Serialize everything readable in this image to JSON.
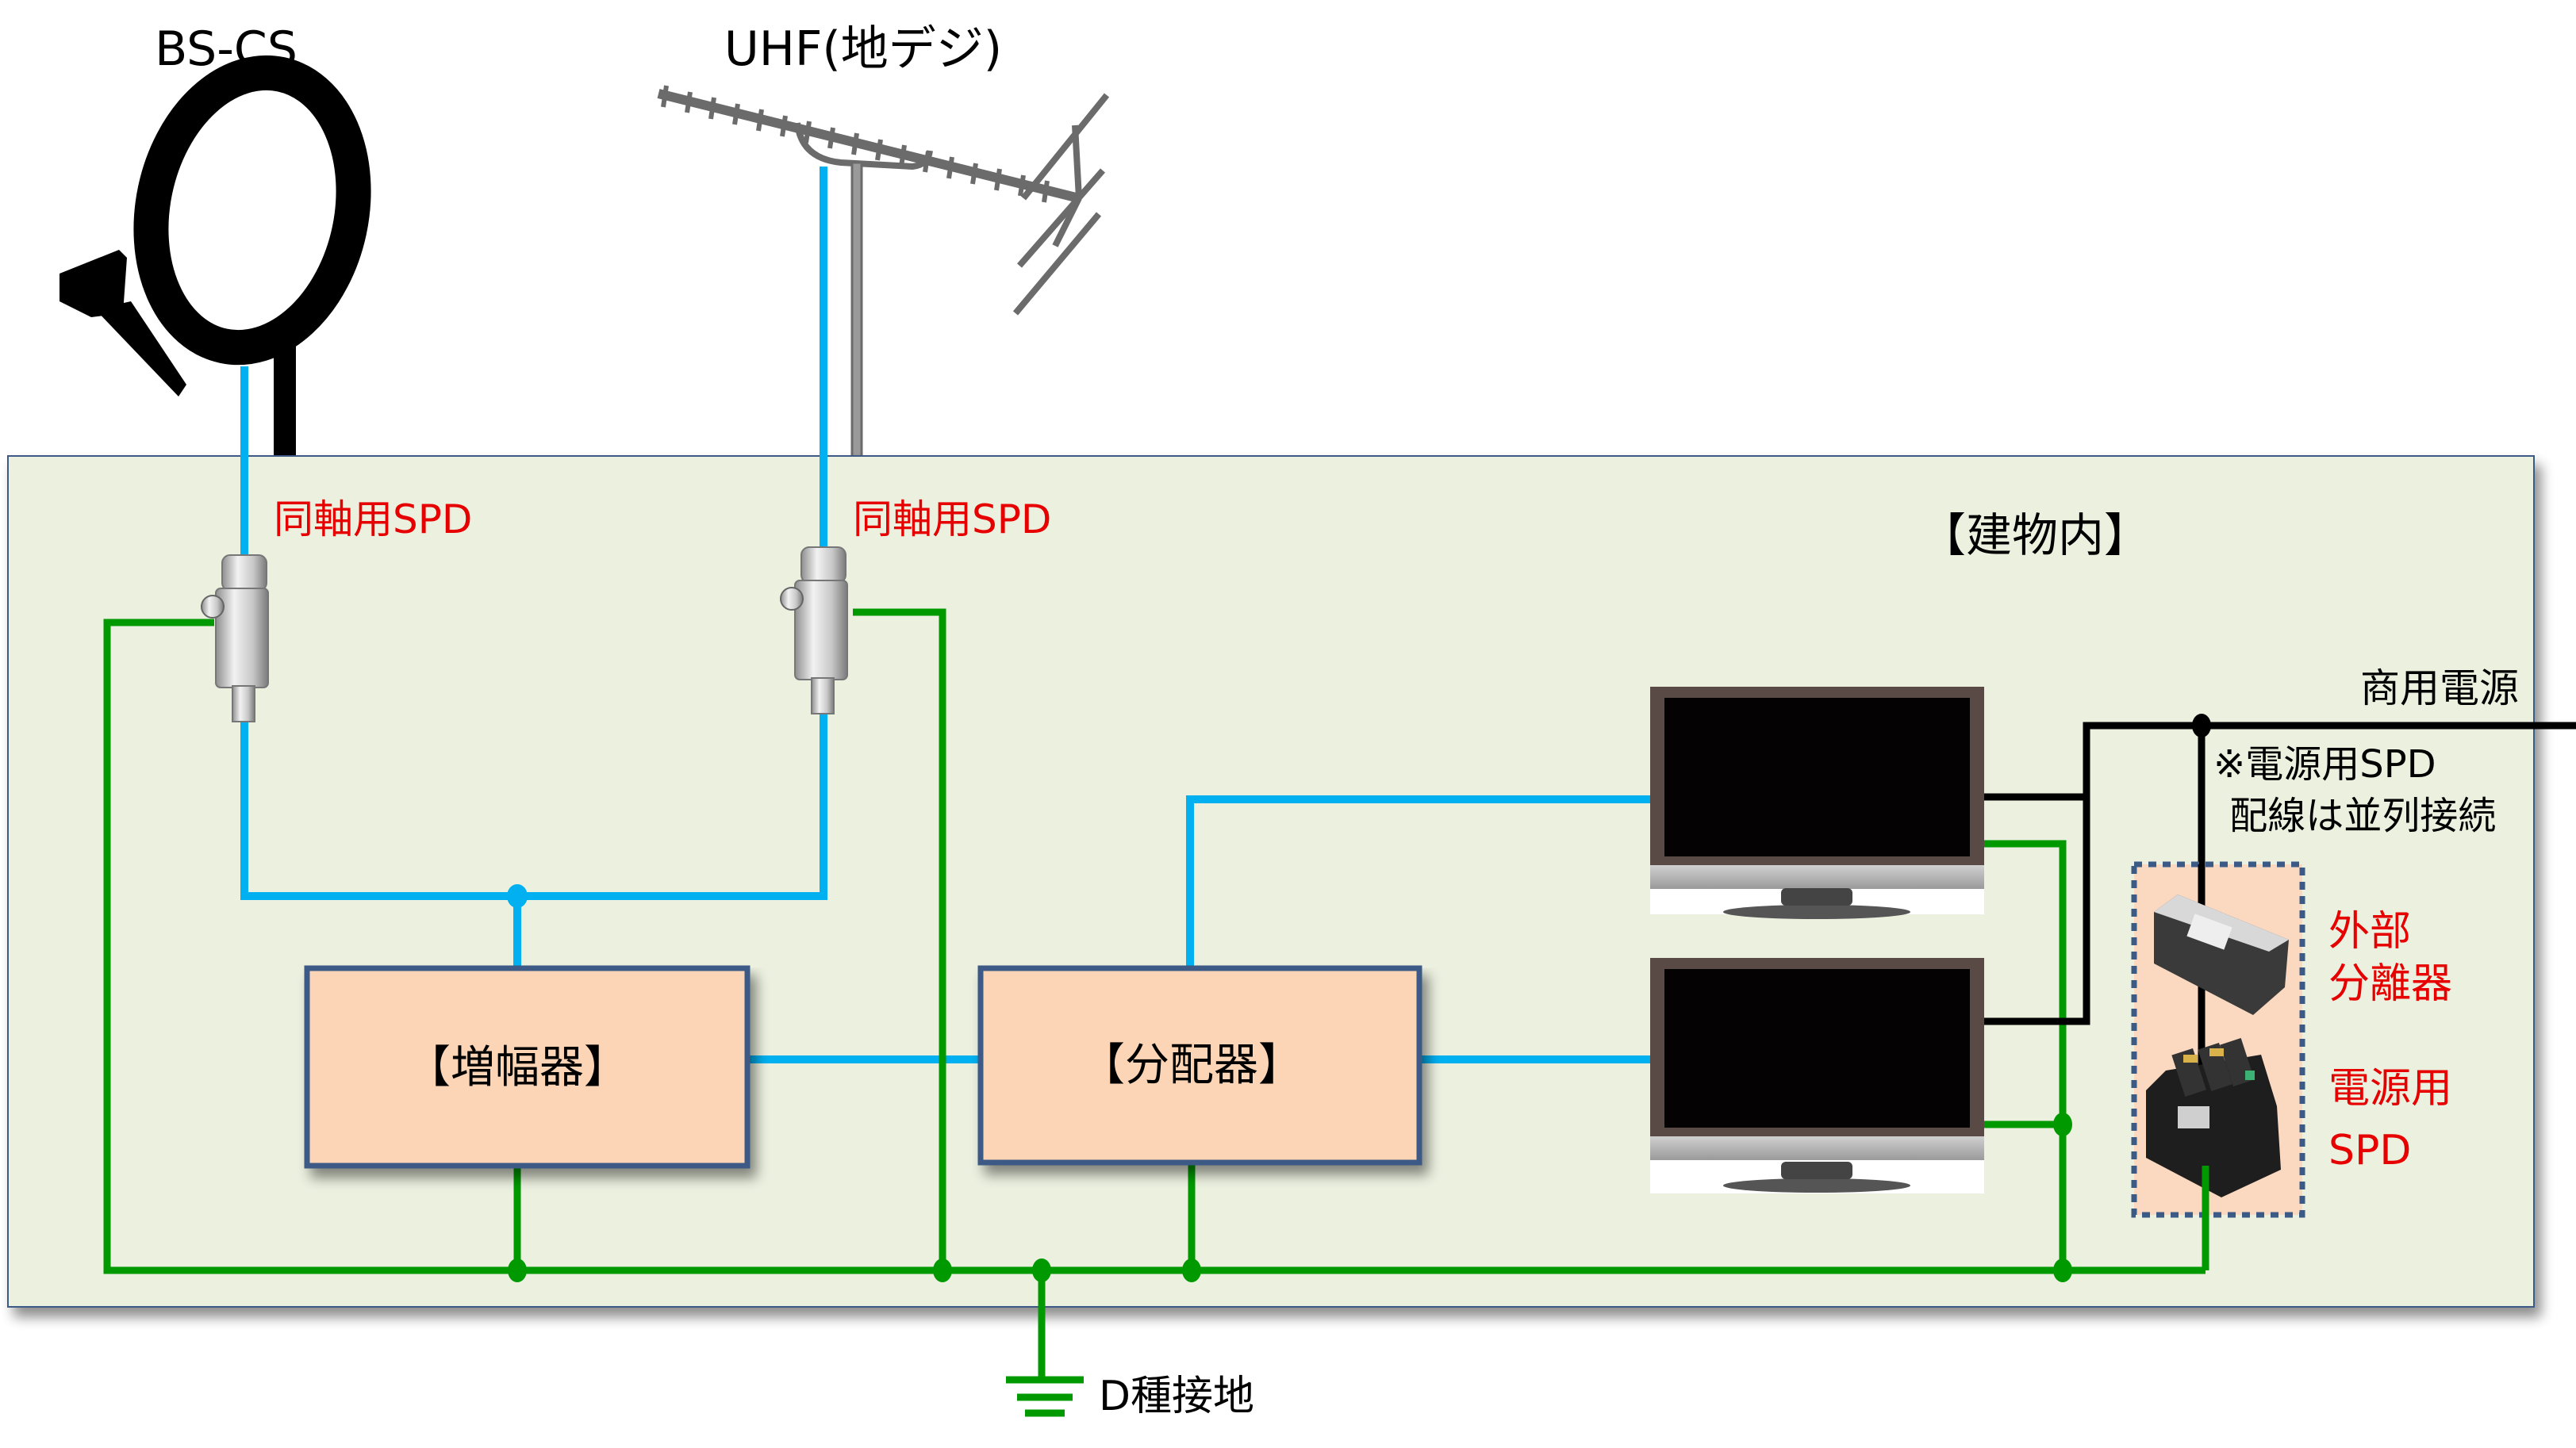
{
  "antennas": {
    "bs_cs": {
      "label": "BS-CS",
      "icon": "satellite-dish-icon"
    },
    "uhf": {
      "label": "UHF(地デジ)",
      "icon": "yagi-antenna-icon"
    }
  },
  "building": {
    "label": "【建物内】"
  },
  "spd": {
    "coax_left_label": "同軸用SPD",
    "coax_right_label": "同軸用SPD",
    "power_label_line1": "電源用",
    "power_label_line2": "SPD",
    "external_disconnector_line1": "外部",
    "external_disconnector_line2": "分離器"
  },
  "devices": {
    "amplifier": "【増幅器】",
    "distributor": "【分配器】",
    "tv_count": 2
  },
  "power": {
    "source_label": "商用電源",
    "note_line1": "※電源用SPD",
    "note_line2": " 配線は並列接続"
  },
  "ground": {
    "label": "D種接地"
  },
  "colors": {
    "coax_line": "#00b0f0",
    "ground_line": "#009900",
    "power_line": "#000000",
    "building_fill": "#ebf0df",
    "box_fill": "#fbd5b5",
    "box_border": "#3c5a86",
    "spd_label": "#e60000"
  }
}
